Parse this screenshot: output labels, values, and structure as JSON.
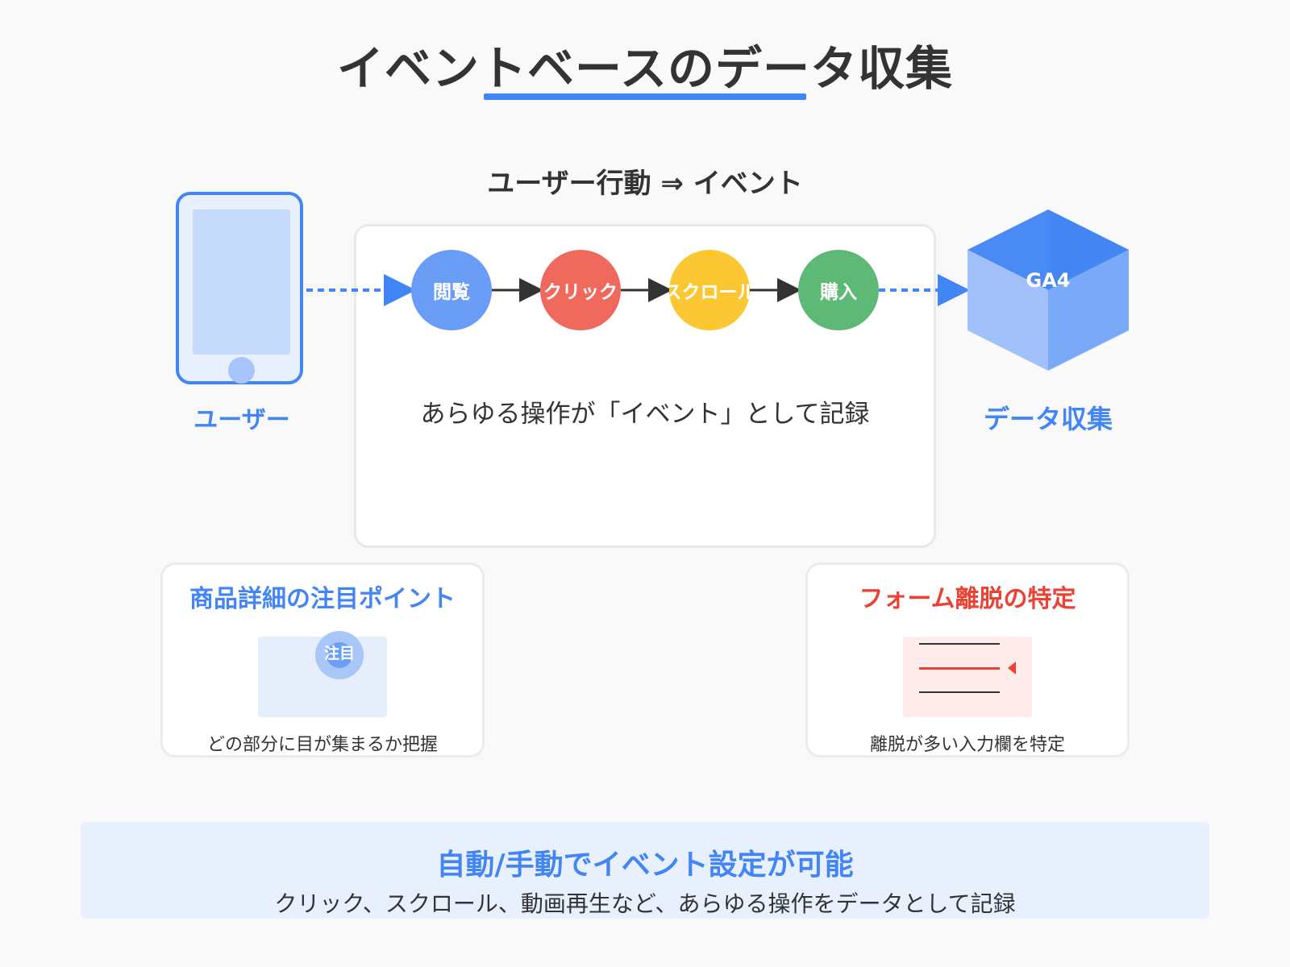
{
  "title": "イベントベースのデータ収集",
  "flow": {
    "heading": "ユーザー行動 ⇒ イベント",
    "events": [
      {
        "label": "閲覧",
        "color": "#6a9df5"
      },
      {
        "label": "クリック",
        "color": "#ef6a5d"
      },
      {
        "label": "スクロール",
        "color": "#fbc833"
      },
      {
        "label": "購入",
        "color": "#5db975"
      }
    ],
    "caption": "あらゆる操作が「イベント」として記録"
  },
  "user": {
    "label": "ユーザー",
    "icon": "smartphone-icon"
  },
  "ga4": {
    "label": "GA4",
    "caption": "データ収集",
    "icon": "cube-icon"
  },
  "cards": {
    "product": {
      "title": "商品詳細の注目ポイント",
      "badge": "注目",
      "description": "どの部分に目が集まるか把握"
    },
    "form": {
      "title": "フォーム離脱の特定",
      "description": "離脱が多い入力欄を特定"
    }
  },
  "banner": {
    "title": "自動/手動でイベント設定が可能",
    "description": "クリック、スクロール、動画再生など、あらゆる操作をデータとして記録"
  },
  "colors": {
    "accent": "#4285f4",
    "alert": "#ea4335",
    "text": "#333333"
  }
}
